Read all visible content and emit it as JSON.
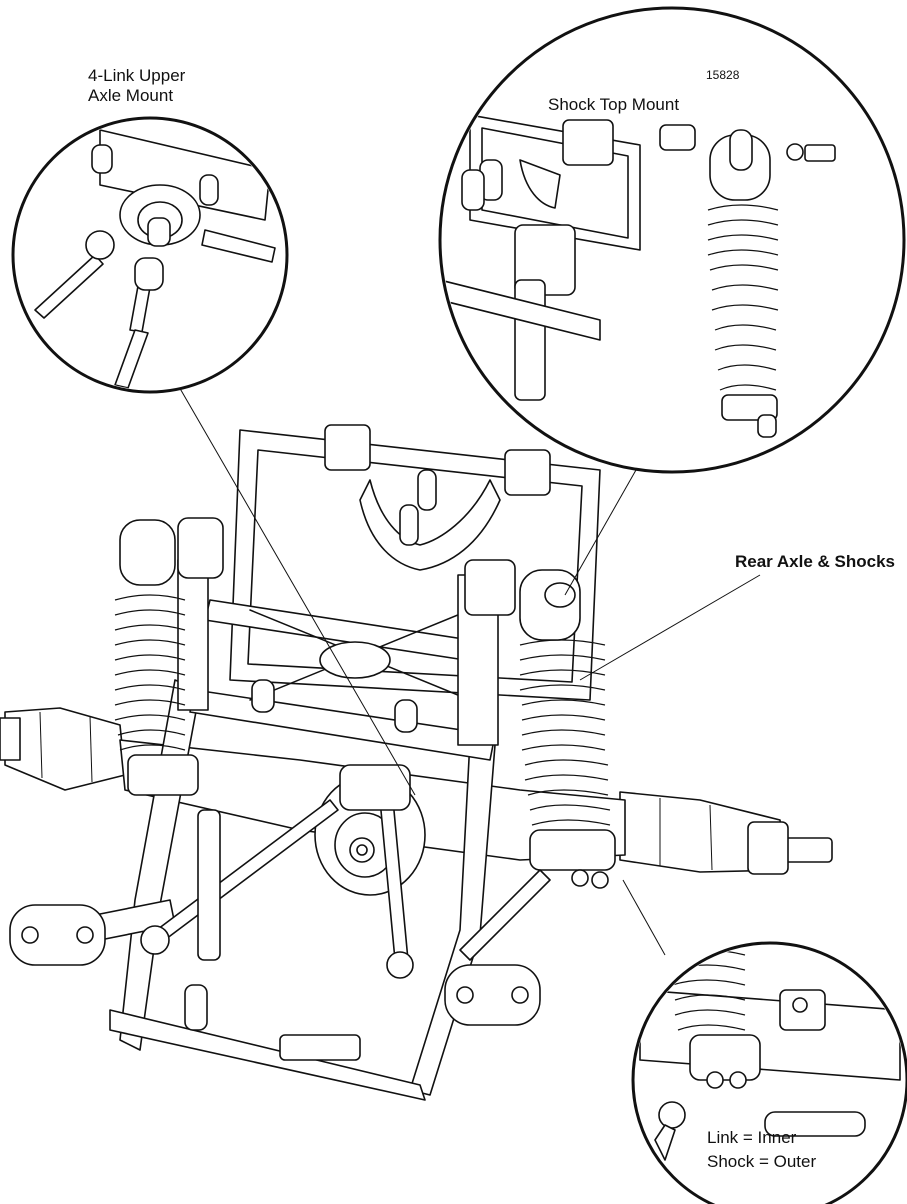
{
  "callouts": {
    "upper_mount": {
      "line1": "4-Link Upper",
      "line2": "Axle Mount"
    },
    "shock_top": {
      "part_number": "15828",
      "label": "Shock Top Mount"
    },
    "rear_axle": {
      "label": "Rear Axle & Shocks"
    },
    "link_shock": {
      "line1": "Link = Inner",
      "line2": "Shock = Outer"
    }
  }
}
